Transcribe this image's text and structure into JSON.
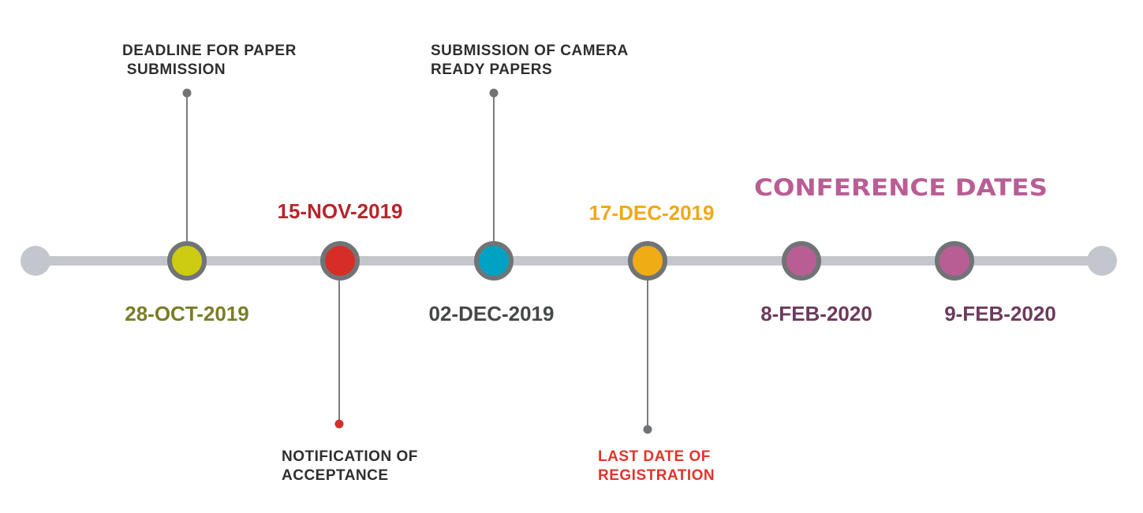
{
  "colors": {
    "track": "#c3c6cc",
    "ring": "#717476",
    "connector": "#7a7c7e"
  },
  "heading": {
    "text": "CONFERENCE DATES",
    "color": "#b95e95"
  },
  "milestones": [
    {
      "date": "28-OCT-2019",
      "date_color": "#7a7d27",
      "node_color": "#cdcb12",
      "label": [
        "DEADLINE FOR PAPER",
        " SUBMISSION"
      ],
      "label_color": "#2e2e2e",
      "label_side": "above",
      "dot_color": "#717476"
    },
    {
      "date": "15-NOV-2019",
      "date_color": "#b4262b",
      "node_color": "#d62e27",
      "label": [
        "NOTIFICATION OF",
        "ACCEPTANCE"
      ],
      "label_color": "#2e2e2e",
      "label_side": "below",
      "dot_color": "#d62e27"
    },
    {
      "date": "02-DEC-2019",
      "date_color": "#454749",
      "node_color": "#00a2c3",
      "label": [
        "SUBMISSION OF CAMERA",
        "READY PAPERS"
      ],
      "label_color": "#2e2e2e",
      "label_side": "above",
      "dot_color": "#717476"
    },
    {
      "date": "17-DEC-2019",
      "date_color": "#f0a818",
      "node_color": "#f0ac15",
      "label": [
        "LAST DATE OF",
        "REGISTRATION"
      ],
      "label_color": "#e2342b",
      "label_side": "below",
      "dot_color": "#717476"
    },
    {
      "date": "8-FEB-2020",
      "date_color": "#6d3a5c",
      "node_color": "#b95e95"
    },
    {
      "date": "9-FEB-2020",
      "date_color": "#6d3a5c",
      "node_color": "#b95e95"
    }
  ]
}
